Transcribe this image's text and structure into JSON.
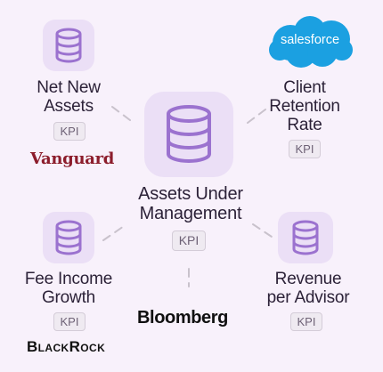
{
  "center": {
    "title_lines": [
      "Assets Under",
      "Management"
    ],
    "badge": "KPI",
    "icon": "database-icon"
  },
  "nodes": [
    {
      "id": "net-new-assets",
      "title_lines": [
        "Net New",
        "Assets"
      ],
      "badge": "KPI",
      "icon": "database-icon"
    },
    {
      "id": "client-retention-rate",
      "title_lines": [
        "Client",
        "Retention",
        "Rate"
      ],
      "badge": "KPI"
    },
    {
      "id": "fee-income-growth",
      "title_lines": [
        "Fee Income",
        "Growth"
      ],
      "badge": "KPI",
      "icon": "database-icon"
    },
    {
      "id": "revenue-per-advisor",
      "title_lines": [
        "Revenue",
        "per Advisor"
      ],
      "badge": "KPI",
      "icon": "database-icon"
    }
  ],
  "logos": {
    "vanguard": "Vanguard",
    "salesforce": "salesforce",
    "bloomberg": "Bloomberg",
    "blackrock": "BlackRock"
  },
  "colors": {
    "background": "#f8f1fb",
    "icon_tile": "#ebdff6",
    "icon_stroke": "#9b72cf",
    "text": "#2c2238",
    "connector": "#c9c2cc",
    "salesforce_blue": "#1ba0e1",
    "vanguard_red": "#8c1d2c"
  }
}
